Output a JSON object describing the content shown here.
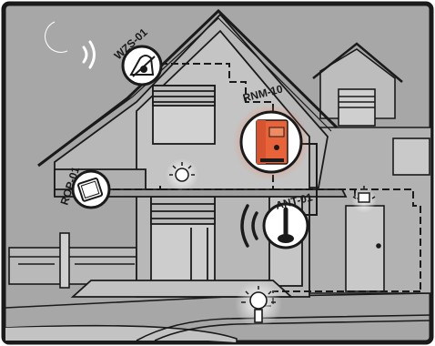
{
  "devices": {
    "wzs": {
      "label": "WZS-01"
    },
    "rnm": {
      "label": "RNM-10"
    },
    "rop": {
      "label": "ROP-01"
    },
    "ant": {
      "label": "ANT-01"
    }
  },
  "colors": {
    "background": "#a7a7a7",
    "frame": "#1a1a1a",
    "line": "#1a1a1a",
    "device_orange": "#e8623a",
    "glow": "#ff6a3c"
  },
  "icons": {
    "night": "moon-icon",
    "light": "lamp-icon",
    "signal": "radio-waves-icon"
  }
}
